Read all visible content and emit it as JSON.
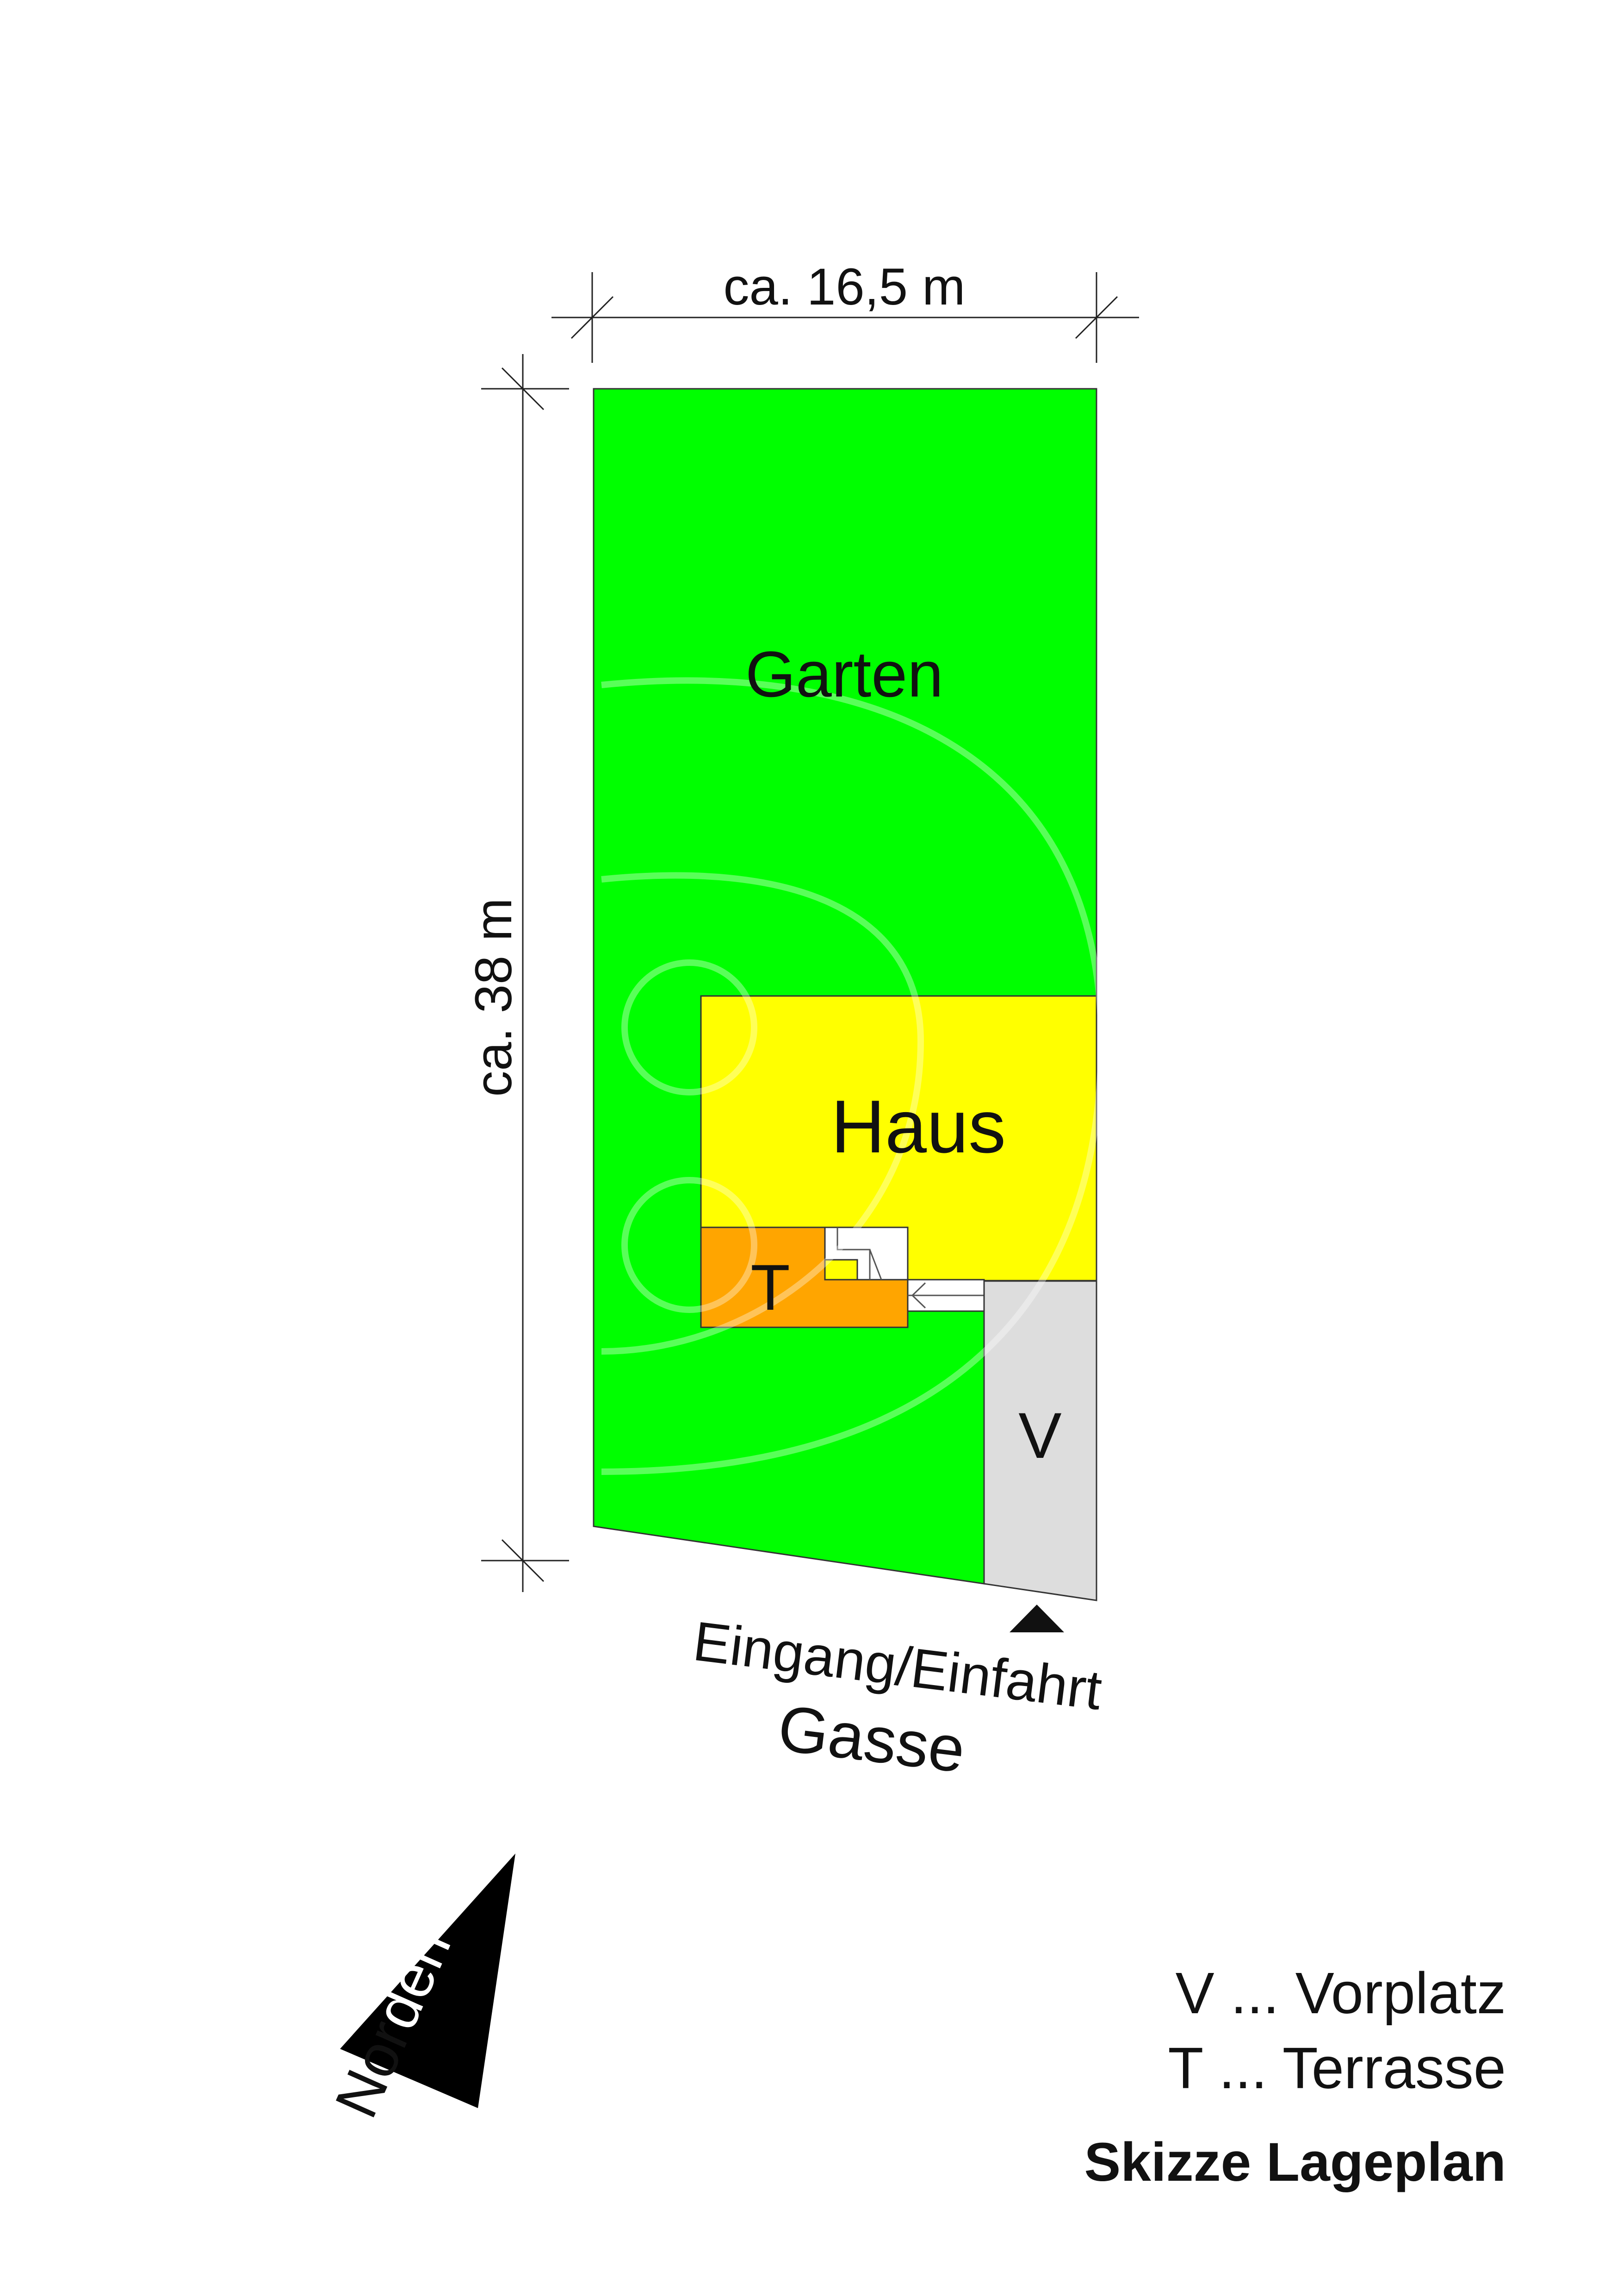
{
  "site": {
    "width_label": "ca. 16,5 m",
    "length_label": "ca. 38 m"
  },
  "areas": {
    "garden": {
      "label": "Garten",
      "color": "#00FF00"
    },
    "house": {
      "label": "Haus",
      "color": "#FFFF00"
    },
    "terrace": {
      "label": "T",
      "color": "#FFA500"
    },
    "forecourt": {
      "label": "V",
      "color": "#DDDDDD"
    }
  },
  "entrance": {
    "label": "Eingang/Einfahrt",
    "street": "Gasse",
    "marker_icon": "triangle-marker-icon"
  },
  "north": {
    "label": "Norden",
    "icon": "north-arrow-icon"
  },
  "legend": {
    "v": "V ... Vorplatz",
    "t": "T ... Terrasse"
  },
  "title": "Skizze Lageplan"
}
